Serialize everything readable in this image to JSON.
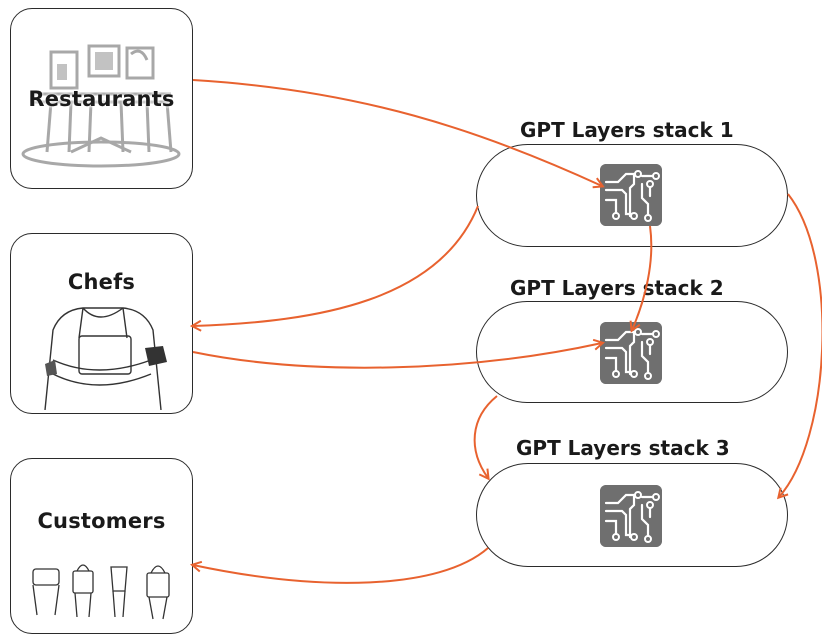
{
  "entities": [
    {
      "id": "restaurants",
      "label": "Restaurants",
      "icon": "restaurant-tables-icon"
    },
    {
      "id": "chefs",
      "label": "Chefs",
      "icon": "chef-arms-crossed-icon"
    },
    {
      "id": "customers",
      "label": "Customers",
      "icon": "customers-holding-takeaway-icon"
    }
  ],
  "stacks": [
    {
      "id": "stack1",
      "label": "GPT Layers stack 1",
      "icon": "circuit-chip-icon"
    },
    {
      "id": "stack2",
      "label": "GPT Layers stack 2",
      "icon": "circuit-chip-icon"
    },
    {
      "id": "stack3",
      "label": "GPT Layers stack 3",
      "icon": "circuit-chip-icon"
    }
  ],
  "edges": [
    {
      "from": "restaurants",
      "to": "stack1"
    },
    {
      "from": "stack1",
      "to": "chefs"
    },
    {
      "from": "stack1",
      "to": "stack2"
    },
    {
      "from": "chefs",
      "to": "stack2"
    },
    {
      "from": "stack2",
      "to": "stack3"
    },
    {
      "from": "stack1",
      "to": "stack3"
    },
    {
      "from": "stack3",
      "to": "customers"
    }
  ],
  "colors": {
    "arrow": "#e8622f",
    "chip": "#6f6f6f",
    "border": "#2b2b2b"
  }
}
